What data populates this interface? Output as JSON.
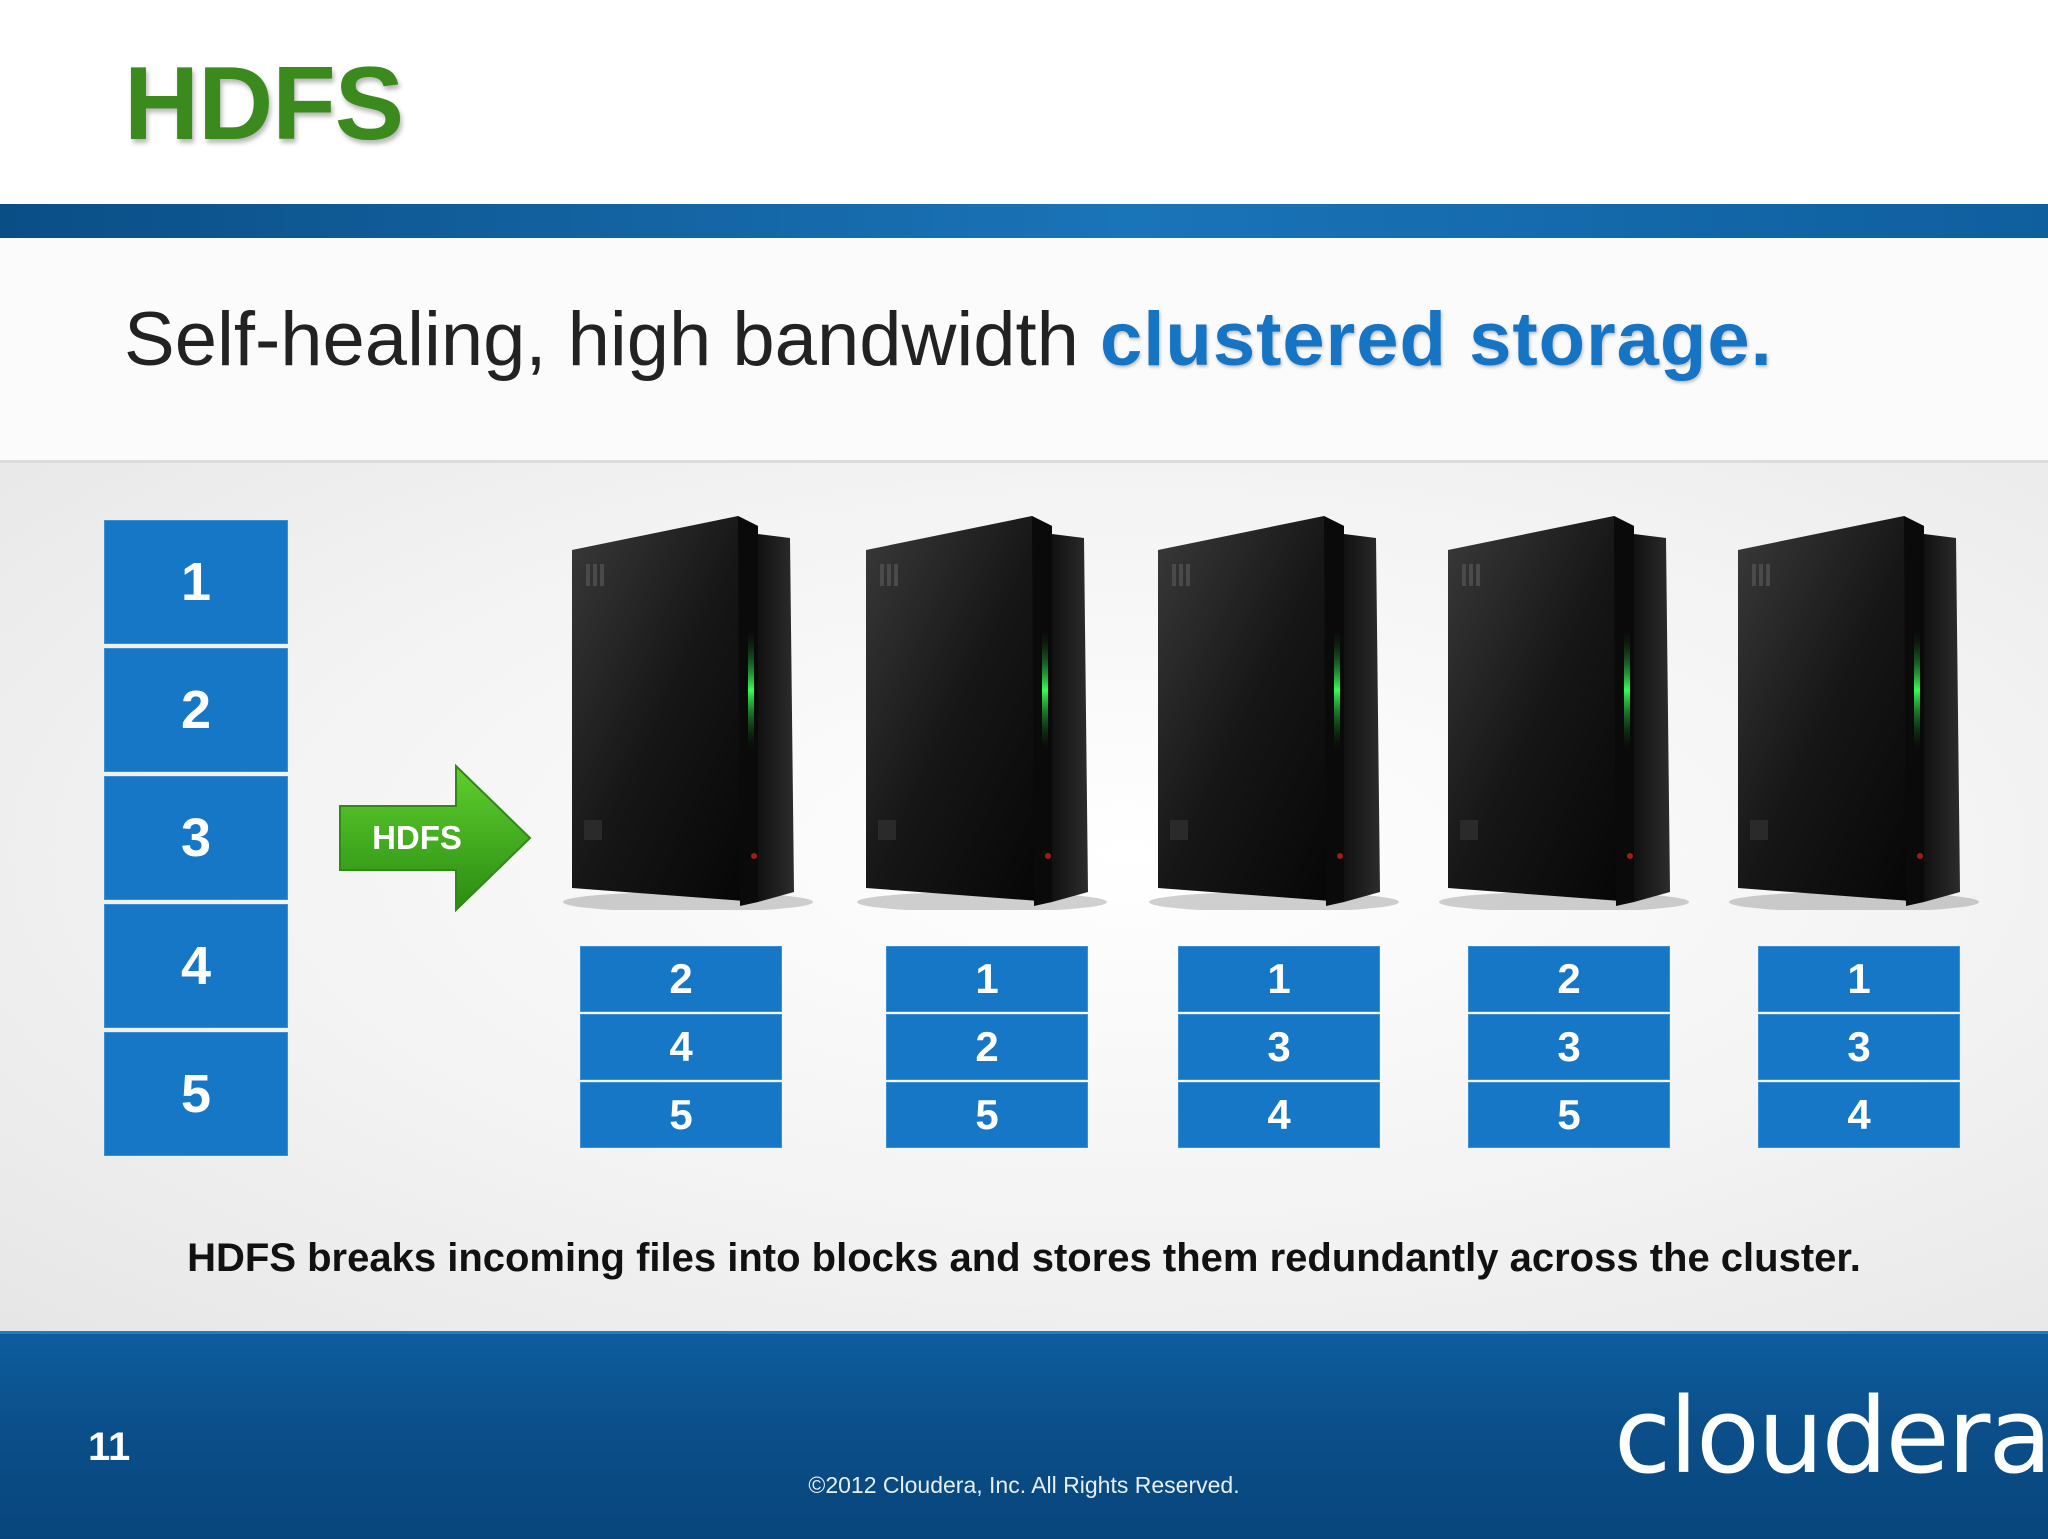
{
  "header": {
    "title": "HDFS"
  },
  "subtitle": {
    "plain": "Self-healing, high bandwidth",
    "accent": "clustered storage."
  },
  "file_blocks": [
    "1",
    "2",
    "3",
    "4",
    "5"
  ],
  "arrow": {
    "label": "HDFS"
  },
  "nodes": [
    {
      "blocks": [
        "2",
        "4",
        "5"
      ]
    },
    {
      "blocks": [
        "1",
        "2",
        "5"
      ]
    },
    {
      "blocks": [
        "1",
        "3",
        "4"
      ]
    },
    {
      "blocks": [
        "2",
        "3",
        "5"
      ]
    },
    {
      "blocks": [
        "1",
        "3",
        "4"
      ]
    }
  ],
  "caption": "HDFS breaks incoming files into blocks and stores them redundantly across the cluster.",
  "footer": {
    "page_number": "11",
    "copyright": "©2012 Cloudera, Inc. All Rights Reserved.",
    "logo": "cloudera"
  },
  "colors": {
    "title_green": "#3b8a1e",
    "block_blue": "#1677c6",
    "accent_blue": "#1574c4",
    "footer_blue": "#0b4f8a",
    "arrow_green": "#3aa51a"
  }
}
